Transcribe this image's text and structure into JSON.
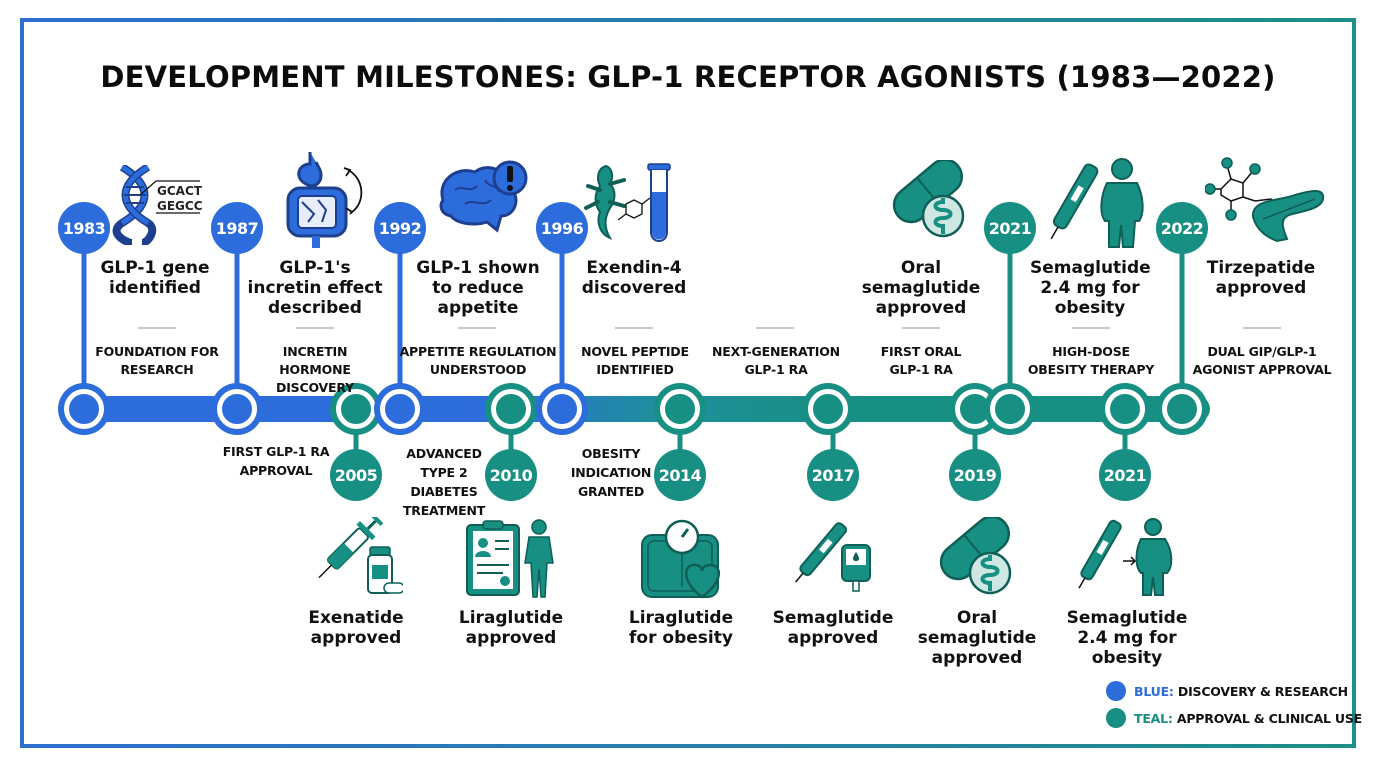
{
  "title": "DEVELOPMENT MILESTONES: GLP-1 RECEPTOR AGONISTS (1983—2022)",
  "colors": {
    "discovery": "#2d6cdb",
    "approval": "#178f82"
  },
  "upper_milestones": [
    {
      "year": "1983",
      "category": "discovery",
      "headline": "GLP-1 gene identified",
      "caption": "FOUNDATION FOR RESEARCH",
      "icon": "dna-icon",
      "dna_text": [
        "GCACT",
        "GEGCC"
      ]
    },
    {
      "year": "1987",
      "category": "discovery",
      "headline": "GLP-1's incretin effect described",
      "caption": "INCRETIN HORMONE DISCOVERY",
      "icon": "stomach-intestine-icon"
    },
    {
      "year": "1992",
      "category": "discovery",
      "headline": "GLP-1 shown to reduce appetite",
      "caption": "APPETITE REGULATION UNDERSTOOD",
      "icon": "brain-alert-icon"
    },
    {
      "year": "1996",
      "category": "discovery",
      "headline": "Exendin-4 discovered",
      "caption": "NOVEL PEPTIDE IDENTIFIED",
      "icon": "lizard-test-tube-icon"
    },
    {
      "year": "",
      "category": "approval",
      "headline": "",
      "caption": "NEXT-GENERATION GLP-1 RA",
      "icon": ""
    },
    {
      "year": "",
      "category": "approval",
      "headline": "Oral semaglutide approved",
      "caption": "FIRST ORAL GLP-1 RA",
      "icon": "pill-intestine-icon"
    },
    {
      "year": "2021",
      "category": "approval",
      "headline": "Semaglutide 2.4 mg for obesity",
      "caption": "HIGH-DOSE OBESITY THERAPY",
      "icon": "pen-person-icon"
    },
    {
      "year": "2022",
      "category": "approval",
      "headline": "Tirzepatide approved",
      "caption": "DUAL GIP/GLP-1 AGONIST APPROVAL",
      "icon": "molecule-pancreas-icon"
    }
  ],
  "lower_milestones": [
    {
      "year": "2005",
      "category": "approval",
      "caption": "FIRST GLP-1 RA APPROVAL",
      "headline": "Exenatide approved",
      "icon": "syringe-vial-icon"
    },
    {
      "year": "2010",
      "category": "approval",
      "caption": "ADVANCED TYPE 2 DIABETES TREATMENT",
      "headline": "Liraglutide approved",
      "icon": "clipboard-person-icon"
    },
    {
      "year": "2014",
      "category": "approval",
      "caption": "OBESITY INDICATION GRANTED",
      "headline": "Liraglutide for obesity",
      "icon": "scale-heart-icon"
    },
    {
      "year": "2017",
      "category": "approval",
      "caption": "",
      "headline": "Semaglutide approved",
      "icon": "pen-glucometer-icon"
    },
    {
      "year": "2019",
      "category": "approval",
      "caption": "",
      "headline": "Oral semaglutide approved",
      "icon": "pill-intestine-icon"
    },
    {
      "year": "2021",
      "category": "approval",
      "caption": "",
      "headline": "Semaglutide 2.4 mg for obesity",
      "icon": "pen-arrow-person-icon"
    }
  ],
  "legend": [
    {
      "key": "BLUE:",
      "label": "DISCOVERY & RESEARCH",
      "color": "#2d6cdb"
    },
    {
      "key": "TEAL:",
      "label": "APPROVAL & CLINICAL USE",
      "color": "#178f82"
    }
  ]
}
